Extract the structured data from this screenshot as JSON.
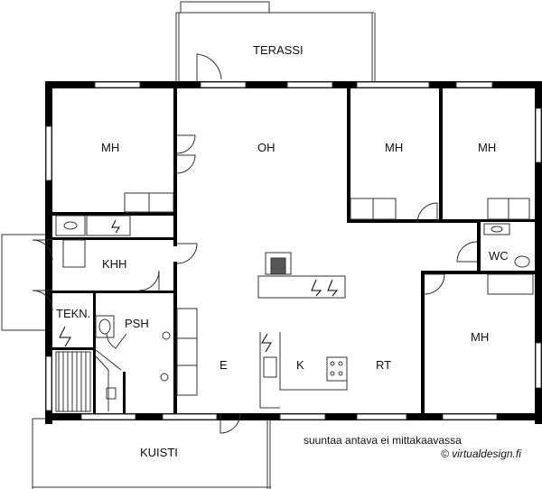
{
  "rooms": {
    "terrace": "TERASSI",
    "bedroom_nw": "MH",
    "living_room": "OH",
    "bedroom_n1": "MH",
    "bedroom_n2": "MH",
    "utility_room": "KHH",
    "wc": "WC",
    "technical_room": "TEKN.",
    "washroom_sauna": "PSH",
    "bedroom_se": "MH",
    "entrance": "E",
    "kitchen": "K",
    "dining": "RT",
    "porch": "KUISTI"
  },
  "notes": {
    "disclaimer": "suuntaa antava ei mittakaavassa",
    "copyright": "© virtualdesign.fi"
  },
  "colors": {
    "wall": "#000000",
    "line": "#333333",
    "background": "#ffffff"
  }
}
